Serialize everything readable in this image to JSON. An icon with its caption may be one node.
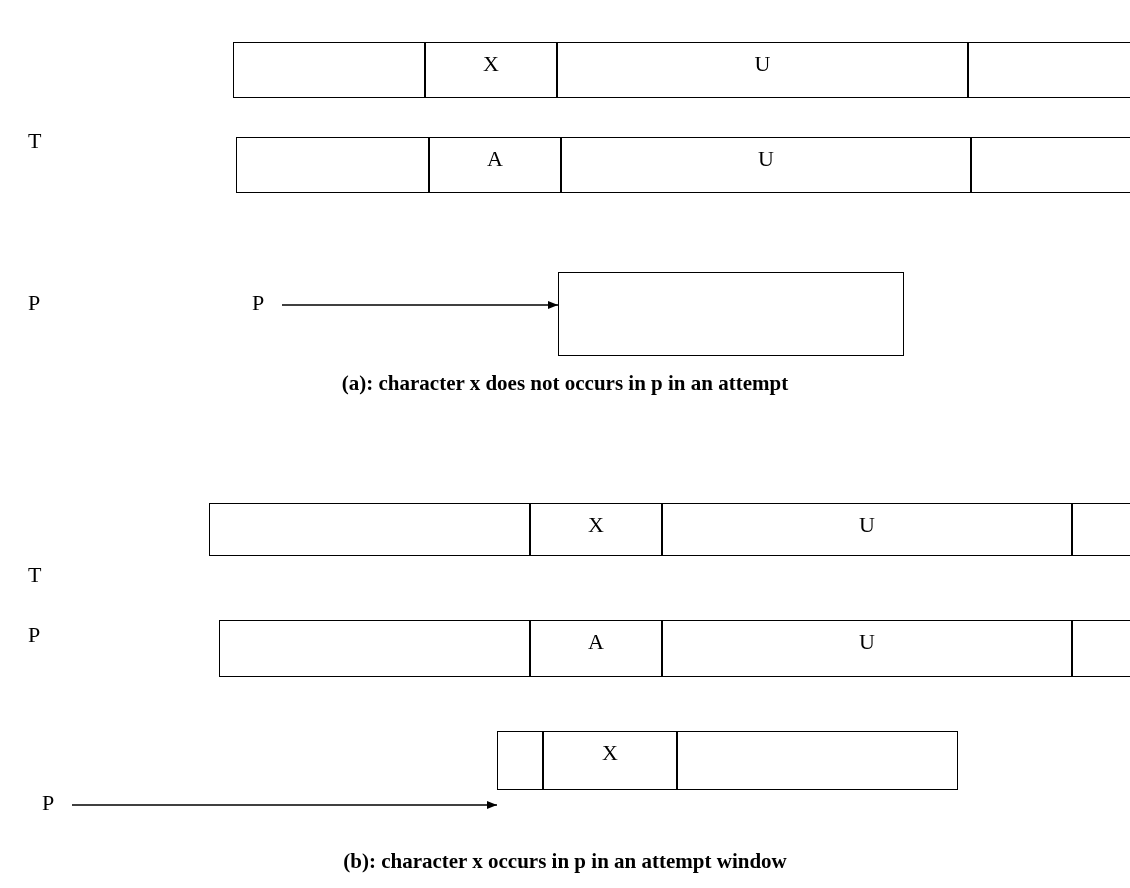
{
  "diagram": {
    "nodes": [
      {
        "text": [],
        "shape": "box"
      },
      {
        "text": [
          "X"
        ]
      },
      {
        "text": [
          "U"
        ]
      },
      {
        "text": [],
        "shape": "box"
      },
      {
        "text": [],
        "shape": "box"
      },
      {
        "text": [
          "A"
        ]
      },
      {
        "text": [
          "U"
        ]
      },
      {
        "text": [],
        "shape": "box"
      },
      {
        "text": [
          "P"
        ]
      },
      {
        "text": [],
        "shape": "box"
      },
      {
        "text": [],
        "shape": "box"
      },
      {
        "text": [
          "X"
        ]
      },
      {
        "text": [
          "U"
        ]
      },
      {
        "text": [],
        "shape": "box"
      },
      {
        "text": [],
        "shape": "box"
      },
      {
        "text": [
          "A"
        ]
      },
      {
        "text": [
          "U"
        ]
      },
      {
        "text": [],
        "shape": "box"
      },
      {
        "text": [
          "P"
        ]
      },
      {
        "text": [],
        "shape": "box"
      },
      {
        "text": [
          "X"
        ]
      },
      {
        "text": [],
        "shape": "box"
      }
    ],
    "edges": [
      {
        "from": 8,
        "to": 9,
        "arrow": "to"
      },
      {
        "from": 18,
        "to": 19,
        "arrow": "to"
      }
    ],
    "labels": [
      "T",
      "P",
      "(a): character x does not occurs in p in an attempt",
      "T",
      "P",
      "(b): character x occurs in p in an attempt window"
    ]
  }
}
